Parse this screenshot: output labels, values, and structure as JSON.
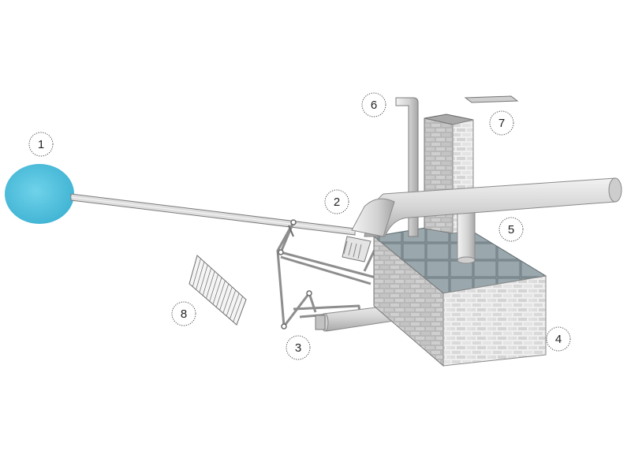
{
  "diagram": {
    "callouts": [
      {
        "label": "1"
      },
      {
        "label": "2"
      },
      {
        "label": "3"
      },
      {
        "label": "4"
      },
      {
        "label": "5"
      },
      {
        "label": "6"
      },
      {
        "label": "7"
      },
      {
        "label": "8"
      }
    ],
    "colors": {
      "float_ball": "#4fc3de",
      "pipe": "#d6d6d6",
      "pipe_edge": "#7a7a7a",
      "brick_light": "#eeeeee",
      "brick_dark": "#bdbdbd",
      "tank_top": "#8d9ba0",
      "linkage": "#9a9a9a"
    }
  }
}
